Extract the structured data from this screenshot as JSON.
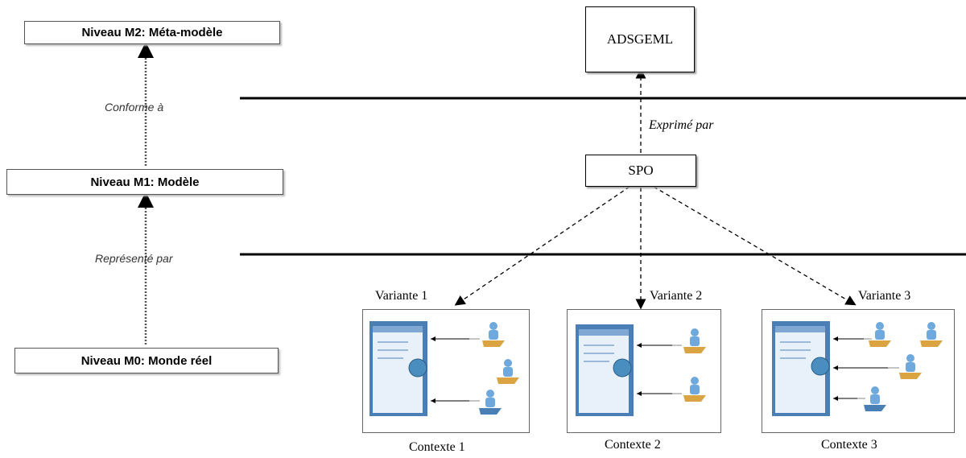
{
  "levels": {
    "m2": {
      "prefix": "Niveau M2",
      "suffix": " : Méta-modèle"
    },
    "m1": {
      "prefix": "Niveau M1",
      "suffix": " : Modèle"
    },
    "m0": {
      "prefix": "Niveau M0",
      "suffix": " : Monde réel"
    }
  },
  "relations": {
    "conforme": "Conforme à",
    "represente": "Représenté par",
    "exprime": "Exprimé par"
  },
  "nodes": {
    "adsgeml": "ADSGEML",
    "spo": "SPO"
  },
  "variants": [
    "Variante 1",
    "Variante 2",
    "Variante 3"
  ],
  "contexts": [
    "Contexte 1",
    "Contexte 2",
    "Contexte 3"
  ],
  "colors": {
    "line": "#000000",
    "screen_frame": "#4a7fb5",
    "screen_fill": "#e8f1fa",
    "user_body": "#6fa8dc",
    "desk": "#d9a441"
  },
  "icons": [
    "monitor-icon",
    "user-at-desk-icon"
  ]
}
